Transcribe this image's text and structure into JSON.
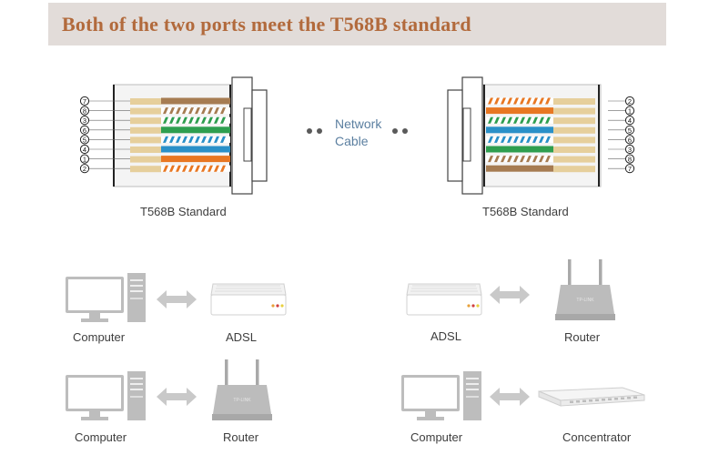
{
  "banner": {
    "title": "Both of the two ports meet the T568B standard"
  },
  "connectors": {
    "left_label": "T568B Standard",
    "right_label": "T568B Standard",
    "left_pin_numbers": [
      "7",
      "8",
      "3",
      "6",
      "5",
      "4",
      "1",
      "2"
    ],
    "right_pin_numbers": [
      "2",
      "1",
      "4",
      "5",
      "6",
      "3",
      "8",
      "7"
    ],
    "left_wires": [
      "#a67c52",
      "#a67c52",
      "#2e9e4f",
      "#2e9e4f",
      "#2a90c8",
      "#2a90c8",
      "#e87722",
      "#e87722"
    ],
    "left_wire_striped": [
      false,
      true,
      true,
      false,
      true,
      false,
      false,
      true
    ],
    "right_wires": [
      "#e87722",
      "#e87722",
      "#2e9e4f",
      "#2a90c8",
      "#2a90c8",
      "#2e9e4f",
      "#a67c52",
      "#a67c52"
    ],
    "right_wire_striped": [
      true,
      false,
      true,
      false,
      true,
      false,
      true,
      false
    ]
  },
  "cable": {
    "line1": "Network",
    "line2": "Cable"
  },
  "connections": [
    {
      "left": "Computer",
      "right": "ADSL",
      "left_icon": "computer-icon",
      "right_icon": "adsl-modem-icon"
    },
    {
      "left": "ADSL",
      "right": "Router",
      "left_icon": "adsl-modem-icon",
      "right_icon": "router-icon"
    },
    {
      "left": "Computer",
      "right": "Router",
      "left_icon": "computer-icon",
      "right_icon": "router-icon"
    },
    {
      "left": "Computer",
      "right": "Concentrator",
      "left_icon": "computer-icon",
      "right_icon": "switch-icon"
    }
  ],
  "colors": {
    "banner_bg": "#e2dcd9",
    "banner_text": "#b26a3c",
    "device_gray": "#b9b9b9",
    "cable_text": "#5b7fa0"
  }
}
